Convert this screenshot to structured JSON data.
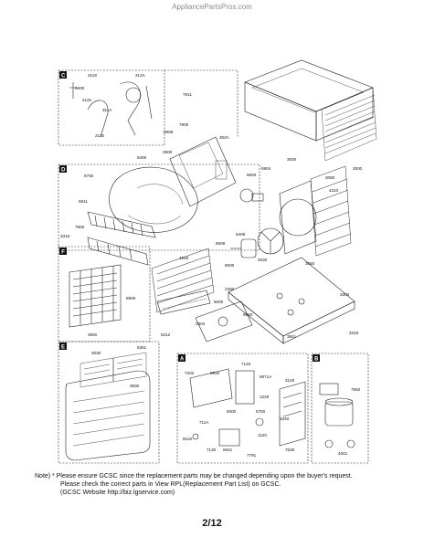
{
  "watermark": "AppliancePartsPros.com",
  "sections": {
    "C": "C",
    "D": "D",
    "F": "F",
    "E": "E",
    "A": "A",
    "B": "B"
  },
  "labels": {
    "l3119": "3119",
    "l313a": "313A",
    "l6600": "6600",
    "l2115a": "2115",
    "l311a": "311A",
    "l2115b": "2115",
    "l7911": "7911",
    "l7900": "7900",
    "l5908": "5908",
    "l352a": "352A",
    "l2800": "2800",
    "l6400": "6400",
    "l5750": "5750",
    "l5911": "5911",
    "l6600b": "6600",
    "l5904": "5904",
    "l3000": "3000",
    "l3080": "3080",
    "l3000a": "3000",
    "l4310": "4310",
    "l7800": "7800",
    "l3315": "3315",
    "l6608": "6608",
    "l5408": "5408",
    "l2530": "2530",
    "l3550": "3550",
    "l4250": "4250",
    "l9000": "9000",
    "l2300": "2300",
    "l5000": "5000",
    "l3304": "3304",
    "l9860": "9860",
    "l2304": "2304",
    "l5906": "5906",
    "l3960": "3960",
    "l5312": "5312",
    "l3951": "3951",
    "l3319": "3319",
    "l3030": "3030",
    "l5381": "5381",
    "l3930": "3930",
    "l7118": "7118",
    "l7202": "7202",
    "l9910": "9910",
    "l6871a": "6871A",
    "l1120": "1120",
    "l3120": "3120",
    "l1229": "1229",
    "l6000": "6000",
    "l5750b": "5750",
    "l3340": "3340",
    "l711a": "711A",
    "l9118": "9118",
    "l7130": "7130",
    "l6941": "6941",
    "l7791": "7791",
    "l7530": "7530",
    "l7982": "7982",
    "l4001": "4001"
  },
  "note": {
    "line1": "Note) * Please ensure GCSC since the replacement parts may be changed depending upon the buyer's request.",
    "line2": "Please check the correct parts in View RPL(Replacement Part List) on GCSC.",
    "line3": "(GCSC Website  http://biz.lgservice.com)"
  },
  "page_number": "2/12"
}
